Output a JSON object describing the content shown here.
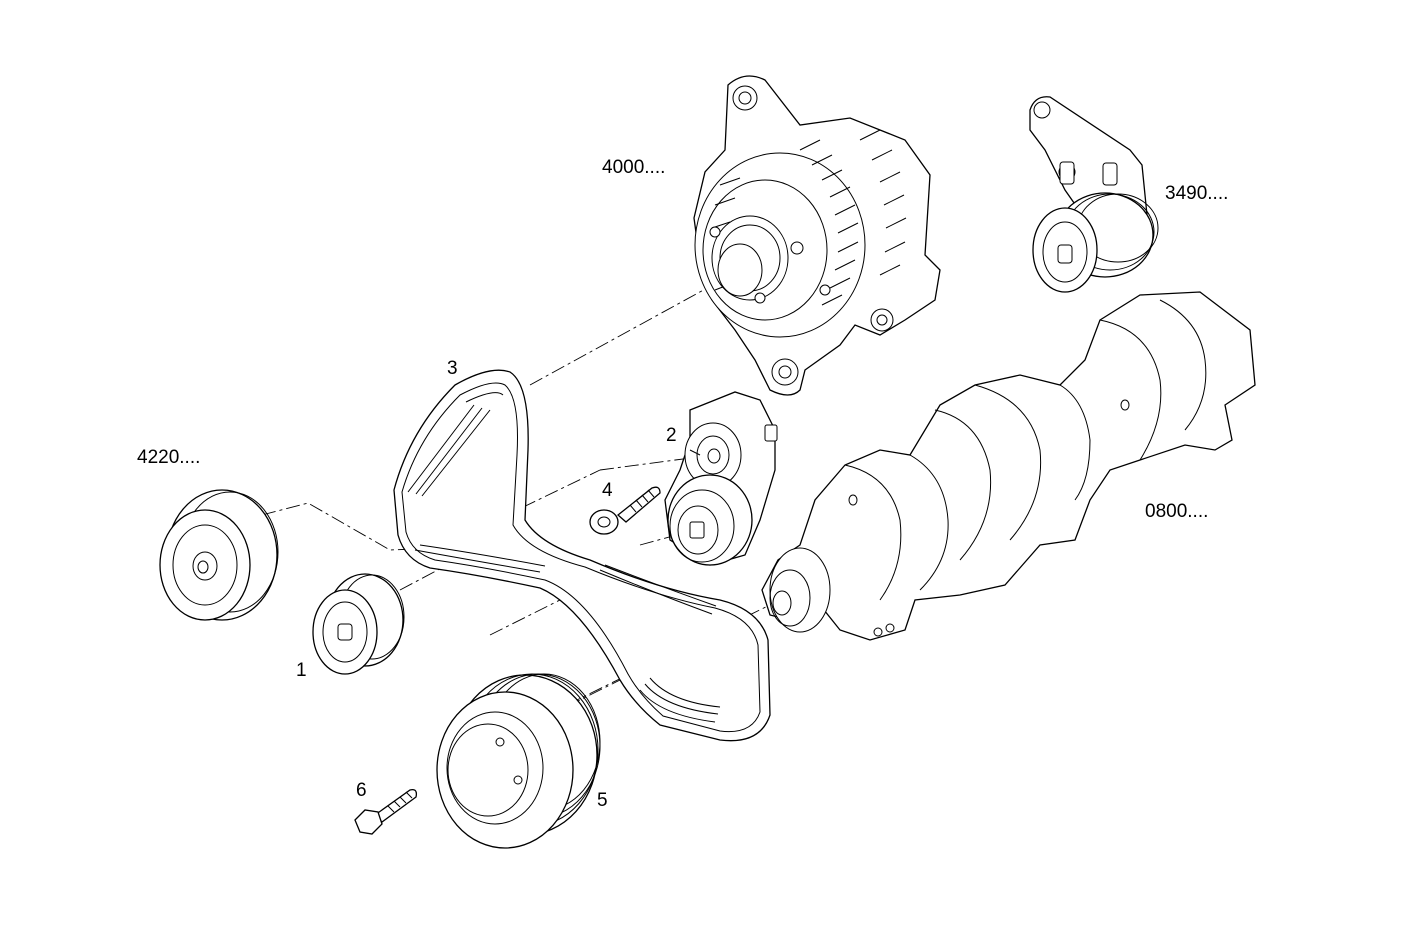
{
  "labels": {
    "alternator": "4000....",
    "tensioner_bracket": "3490....",
    "crankshaft": "0800....",
    "idler_pulley_group": "4220....",
    "item_1": "1",
    "item_2": "2",
    "item_3": "3",
    "item_4": "4",
    "item_5": "5",
    "item_6": "6"
  }
}
